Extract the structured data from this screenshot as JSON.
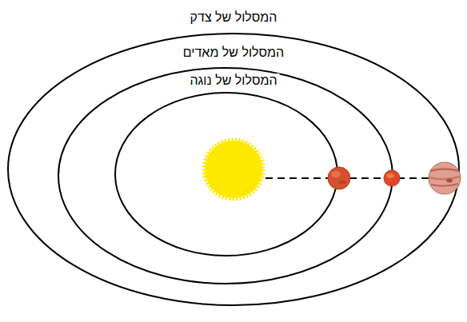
{
  "diagram": {
    "labels": [
      "המסלול של צדק",
      "המסלול של מאדים",
      "המסלול של נוגה"
    ]
  }
}
